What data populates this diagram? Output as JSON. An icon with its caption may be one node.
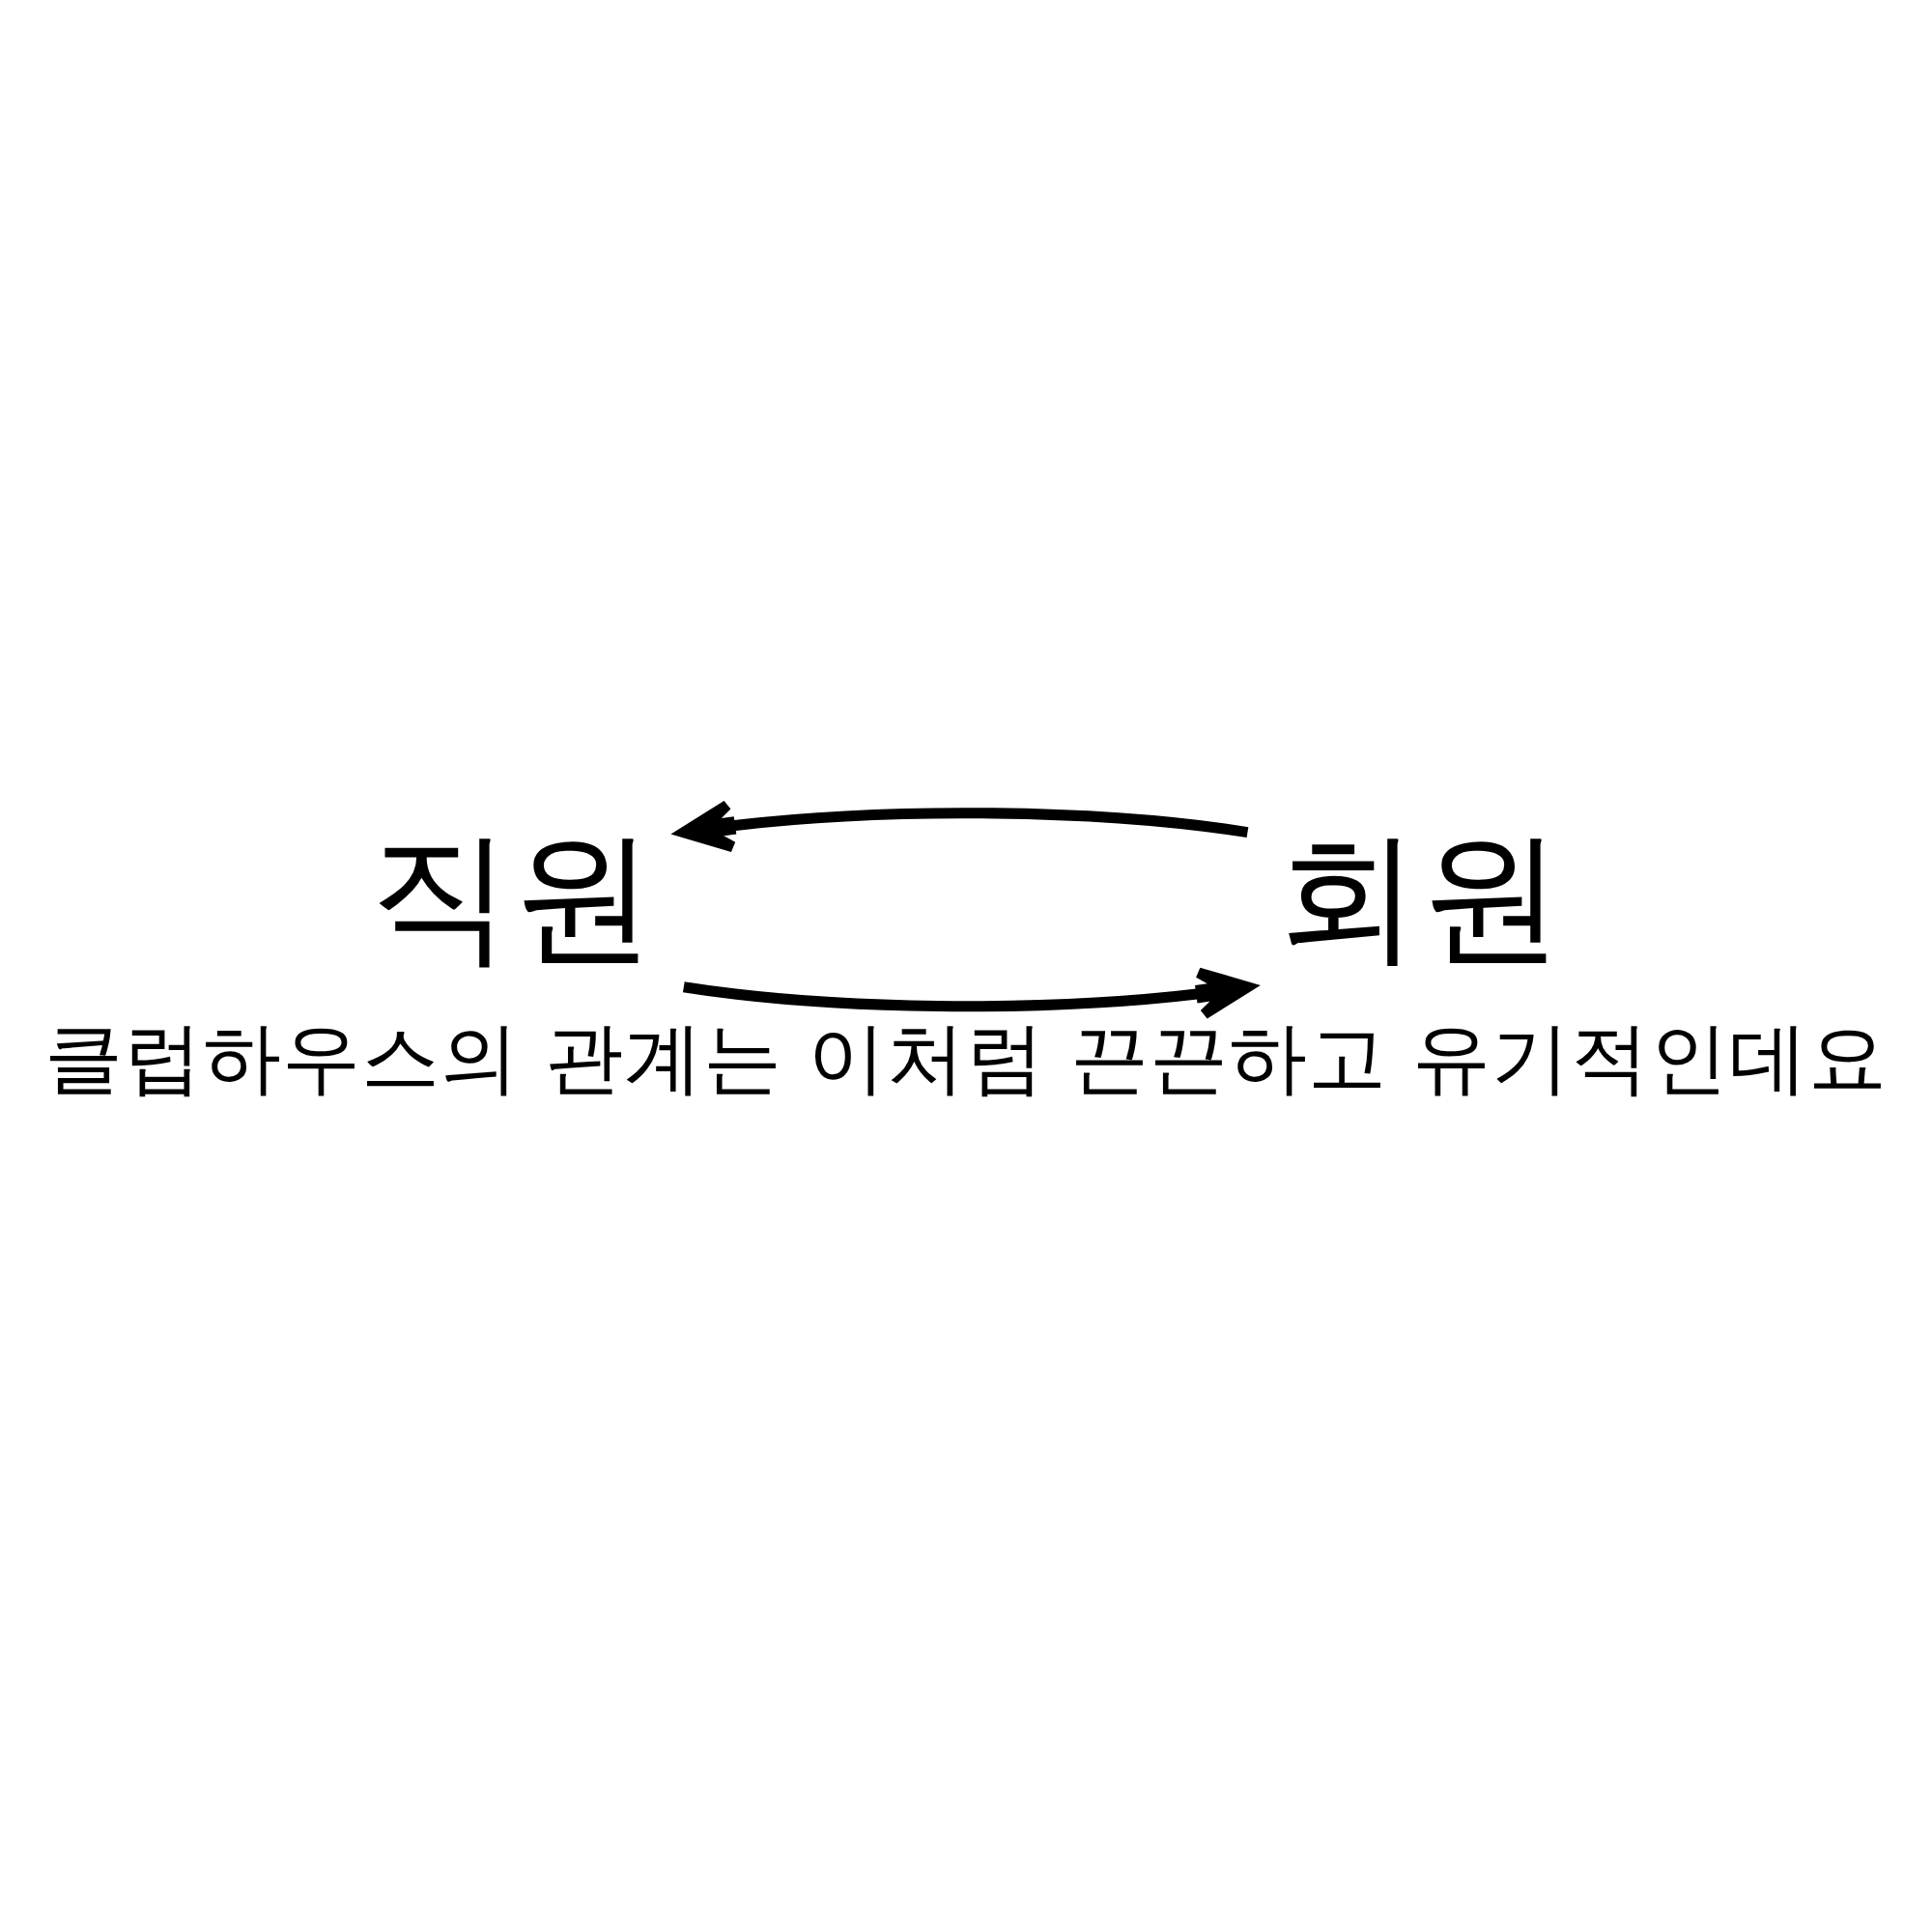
{
  "diagram": {
    "caption": "클럽하우스의 관계는 이처럼 끈끈하고 유기적인데요",
    "nodes": [
      {
        "text": [
          "직원"
        ]
      },
      {
        "text": [
          "회원"
        ]
      }
    ],
    "edges": [
      {
        "from": 0,
        "to": 1,
        "arrow": "to"
      },
      {
        "from": 1,
        "to": 0,
        "arrow": "to"
      }
    ]
  }
}
